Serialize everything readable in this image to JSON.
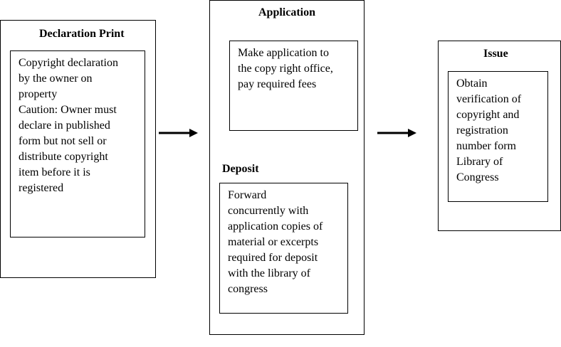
{
  "declaration": {
    "title": "Declaration Print",
    "body": "Copyright declaration\nby the owner on\nproperty\nCaution: Owner must\ndeclare in published\nform but not sell or\ndistribute copyright\nitem before it is\nregistered"
  },
  "application": {
    "title": "Application",
    "body": "Make application to\nthe copy right office,\npay required fees"
  },
  "deposit": {
    "title": "Deposit",
    "body": "Forward\nconcurrently with\napplication copies of\nmaterial or excerpts\nrequired for deposit\nwith the library of\ncongress"
  },
  "issue": {
    "title": "Issue",
    "body": "Obtain\nverification of\ncopyright and\nregistration\nnumber form\nLibrary of\nCongress"
  }
}
